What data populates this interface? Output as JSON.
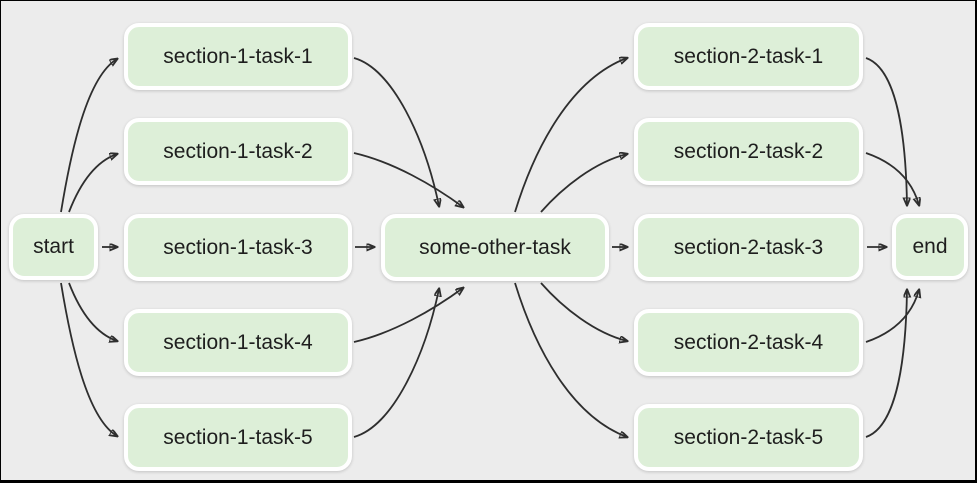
{
  "graph": {
    "type": "dag",
    "background_color": "#ececec",
    "node_fill_color": "#ddefd8",
    "node_border_color": "#ffffff",
    "edge_color": "#2e2e2e",
    "text_color": "#1e1e1e",
    "nodes": [
      {
        "id": "start",
        "label": "start"
      },
      {
        "id": "section-1-task-1",
        "label": "section-1-task-1"
      },
      {
        "id": "section-1-task-2",
        "label": "section-1-task-2"
      },
      {
        "id": "section-1-task-3",
        "label": "section-1-task-3"
      },
      {
        "id": "section-1-task-4",
        "label": "section-1-task-4"
      },
      {
        "id": "section-1-task-5",
        "label": "section-1-task-5"
      },
      {
        "id": "some-other-task",
        "label": "some-other-task"
      },
      {
        "id": "section-2-task-1",
        "label": "section-2-task-1"
      },
      {
        "id": "section-2-task-2",
        "label": "section-2-task-2"
      },
      {
        "id": "section-2-task-3",
        "label": "section-2-task-3"
      },
      {
        "id": "section-2-task-4",
        "label": "section-2-task-4"
      },
      {
        "id": "section-2-task-5",
        "label": "section-2-task-5"
      },
      {
        "id": "end",
        "label": "end"
      }
    ],
    "edges": [
      {
        "from": "start",
        "to": "section-1-task-1"
      },
      {
        "from": "start",
        "to": "section-1-task-2"
      },
      {
        "from": "start",
        "to": "section-1-task-3"
      },
      {
        "from": "start",
        "to": "section-1-task-4"
      },
      {
        "from": "start",
        "to": "section-1-task-5"
      },
      {
        "from": "section-1-task-1",
        "to": "some-other-task"
      },
      {
        "from": "section-1-task-2",
        "to": "some-other-task"
      },
      {
        "from": "section-1-task-3",
        "to": "some-other-task"
      },
      {
        "from": "section-1-task-4",
        "to": "some-other-task"
      },
      {
        "from": "section-1-task-5",
        "to": "some-other-task"
      },
      {
        "from": "some-other-task",
        "to": "section-2-task-1"
      },
      {
        "from": "some-other-task",
        "to": "section-2-task-2"
      },
      {
        "from": "some-other-task",
        "to": "section-2-task-3"
      },
      {
        "from": "some-other-task",
        "to": "section-2-task-4"
      },
      {
        "from": "some-other-task",
        "to": "section-2-task-5"
      },
      {
        "from": "section-2-task-1",
        "to": "end"
      },
      {
        "from": "section-2-task-2",
        "to": "end"
      },
      {
        "from": "section-2-task-3",
        "to": "end"
      },
      {
        "from": "section-2-task-4",
        "to": "end"
      },
      {
        "from": "section-2-task-5",
        "to": "end"
      }
    ]
  }
}
